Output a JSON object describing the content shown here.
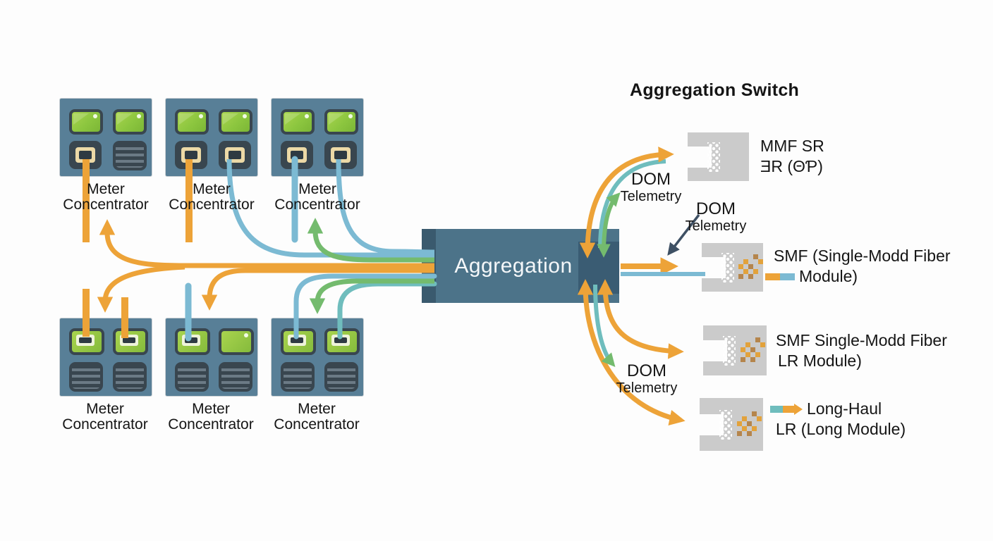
{
  "heading": "Aggregation Switch",
  "aggregation_label": "Aggregation",
  "meter_label": {
    "line1": "Meter",
    "line2": "Concentrator"
  },
  "dom_telemetry": {
    "line1": "DOM",
    "line2": "Telemetry"
  },
  "modules": {
    "mmf": {
      "line1": "MMF SR",
      "line2": "ƎR (ΘƤ)"
    },
    "smf": {
      "line1": "SMF (Single-Modd Fiber",
      "line2": "Module)"
    },
    "smf_lr": {
      "line1": "SMF Single-Modd Fiber",
      "line2": "LR Module)"
    },
    "long_haul": {
      "line1": "Long-Haul",
      "line2": "LR (Long Module)"
    }
  },
  "colors": {
    "orange": "#EDA338",
    "blue": "#7CBAD3",
    "teal": "#6FBDBD",
    "green": "#74BB6E",
    "navy": "#3E5064",
    "meter_box": "#587F97",
    "aggregation_fill": "#4C7389",
    "module_gray": "#CBCBCB",
    "led_green": "#8CC63F"
  }
}
